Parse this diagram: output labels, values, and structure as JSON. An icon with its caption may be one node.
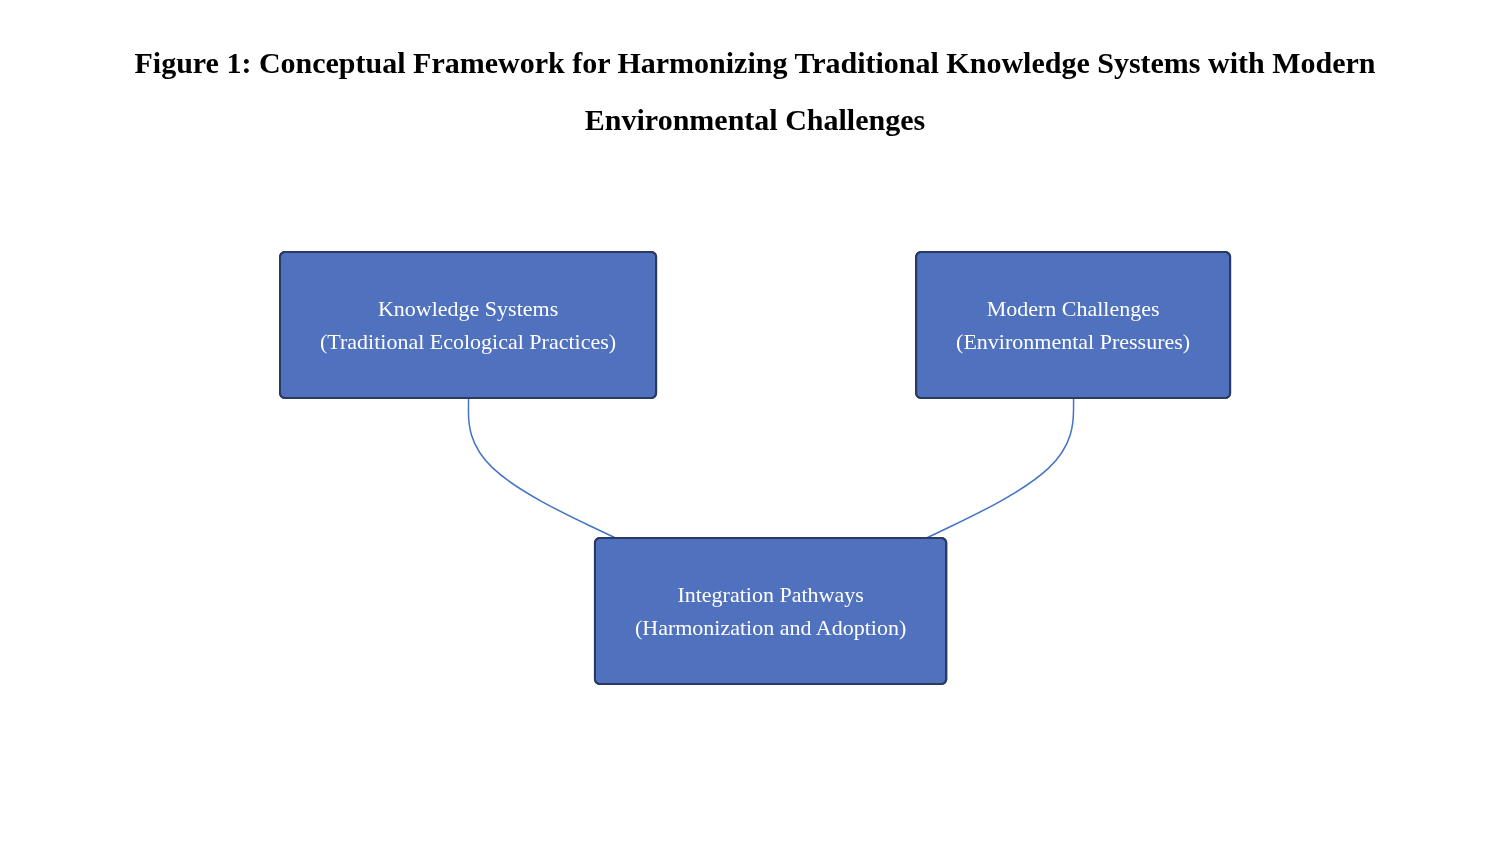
{
  "diagram": {
    "title": "Figure 1: Conceptual Framework for Harmonizing Traditional Knowledge Systems with Modern Environmental Challenges",
    "nodes": [
      {
        "text": [
          "Knowledge Systems",
          "(Traditional Ecological Practices)"
        ]
      },
      {
        "text": [
          "Modern Challenges",
          "(Environmental Pressures)"
        ]
      },
      {
        "text": [
          "Integration Pathways",
          "(Harmonization and Adoption)"
        ]
      }
    ],
    "edges": [
      {
        "from": 0,
        "to": 2,
        "arrow": "none"
      },
      {
        "from": 1,
        "to": 2,
        "arrow": "none"
      }
    ]
  }
}
